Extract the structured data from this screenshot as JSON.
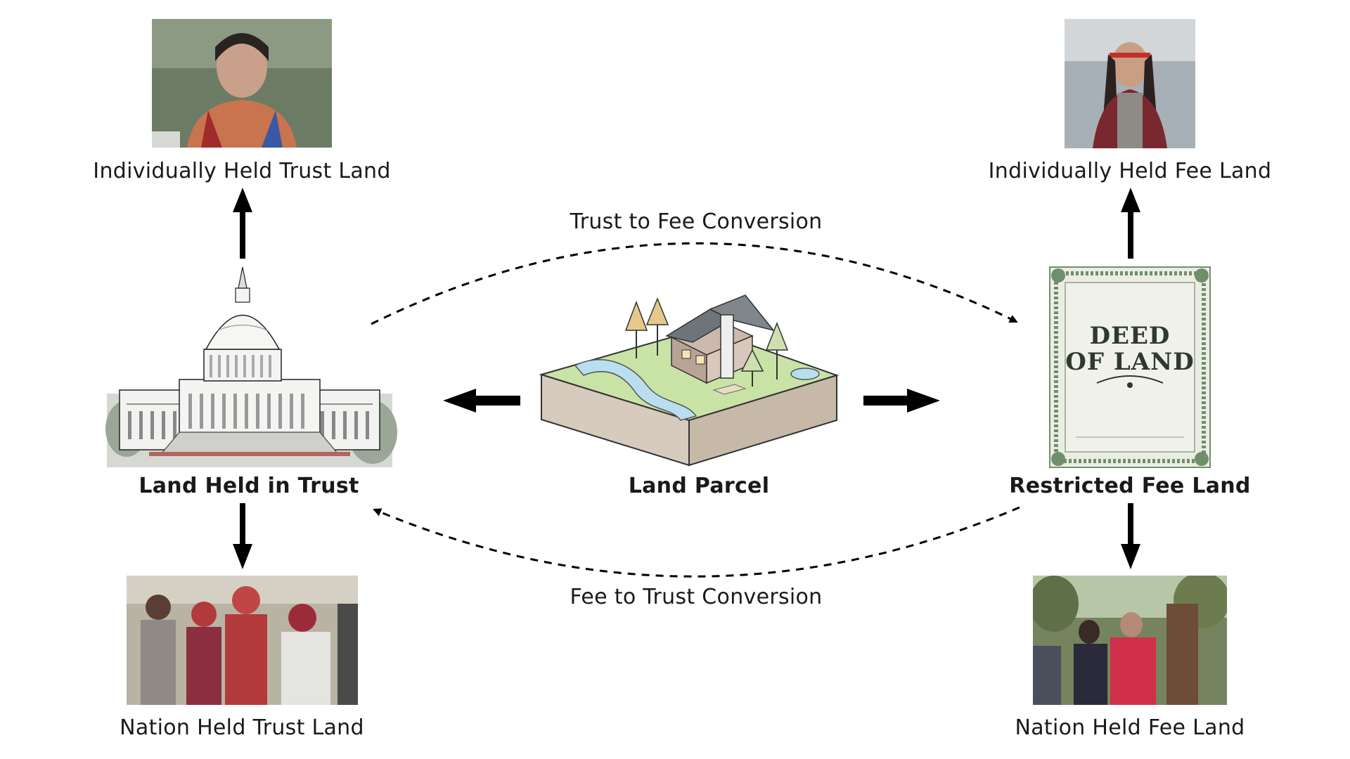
{
  "nodes": {
    "center": {
      "label": "Land Parcel"
    },
    "trust": {
      "label": "Land Held in Trust"
    },
    "fee": {
      "label": "Restricted Fee Land"
    },
    "indiv_trust": {
      "label": "Individually Held Trust Land"
    },
    "nation_trust": {
      "label": "Nation Held Trust Land"
    },
    "indiv_fee": {
      "label": "Individually Held Fee Land"
    },
    "nation_fee": {
      "label": "Nation Held Fee Land"
    }
  },
  "edges": {
    "trust_to_fee": {
      "label": "Trust to Fee Conversion"
    },
    "fee_to_trust": {
      "label": "Fee to Trust Conversion"
    }
  },
  "deed": {
    "line1": "DEED",
    "line2": "OF LAND"
  },
  "colors": {
    "arrow": "#000000",
    "text": "#1a1a1a",
    "deed_border": "#6f8f6a",
    "deed_paper": "#ecece6",
    "grass": "#c9e3a6",
    "river": "#b9def0",
    "soil": "#d6cbbd"
  },
  "icons": {
    "center": "land-parcel-illustration",
    "trust": "capitol-building-image",
    "fee": "deed-of-land-document",
    "indiv_trust": "woman-portrait-photo",
    "nation_trust": "group-photo",
    "indiv_fee": "woman-portrait-photo",
    "nation_fee": "group-photo"
  }
}
